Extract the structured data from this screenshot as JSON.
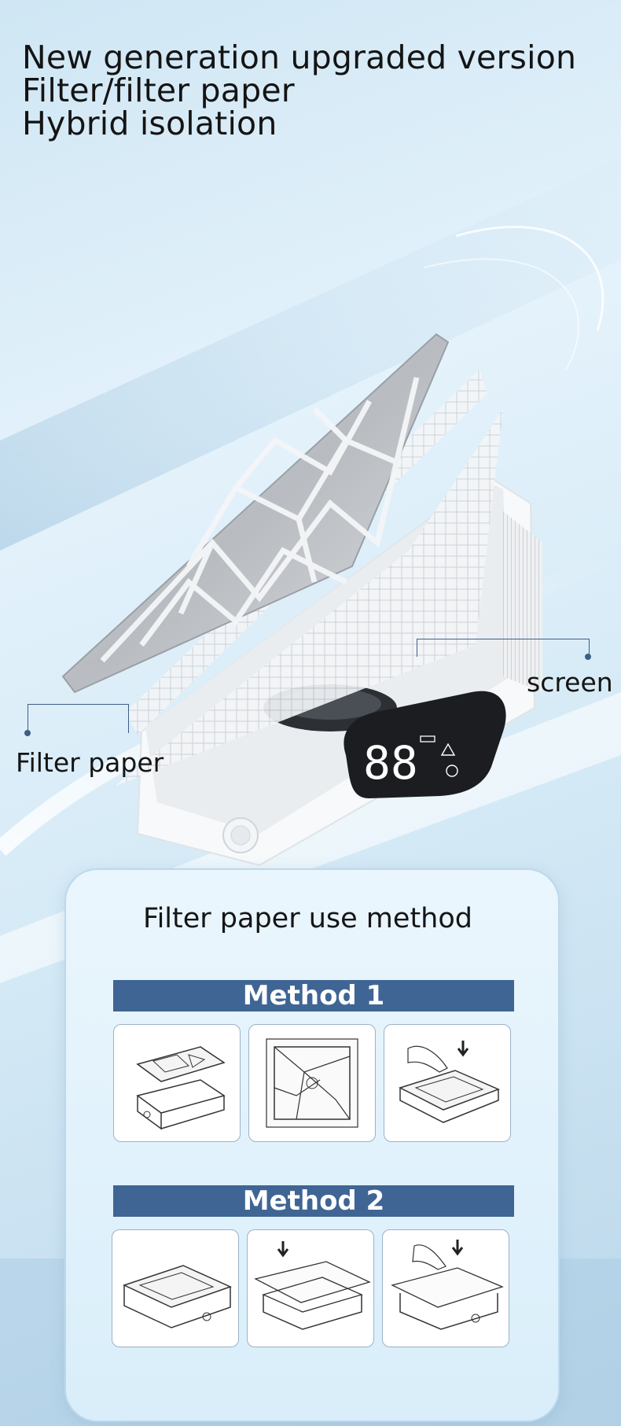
{
  "headline": {
    "line1": "New generation upgraded version",
    "line2": "Filter/filter paper",
    "line3": "Hybrid isolation"
  },
  "callouts": {
    "screen": "screen",
    "filter_paper": "Filter paper"
  },
  "display_readout": "88",
  "panel": {
    "title": "Filter paper use method",
    "method1": "Method 1",
    "method2": "Method 2"
  },
  "colors": {
    "accent": "#3f6594",
    "leader": "#3d5f86",
    "background": "#d7ebf7"
  }
}
